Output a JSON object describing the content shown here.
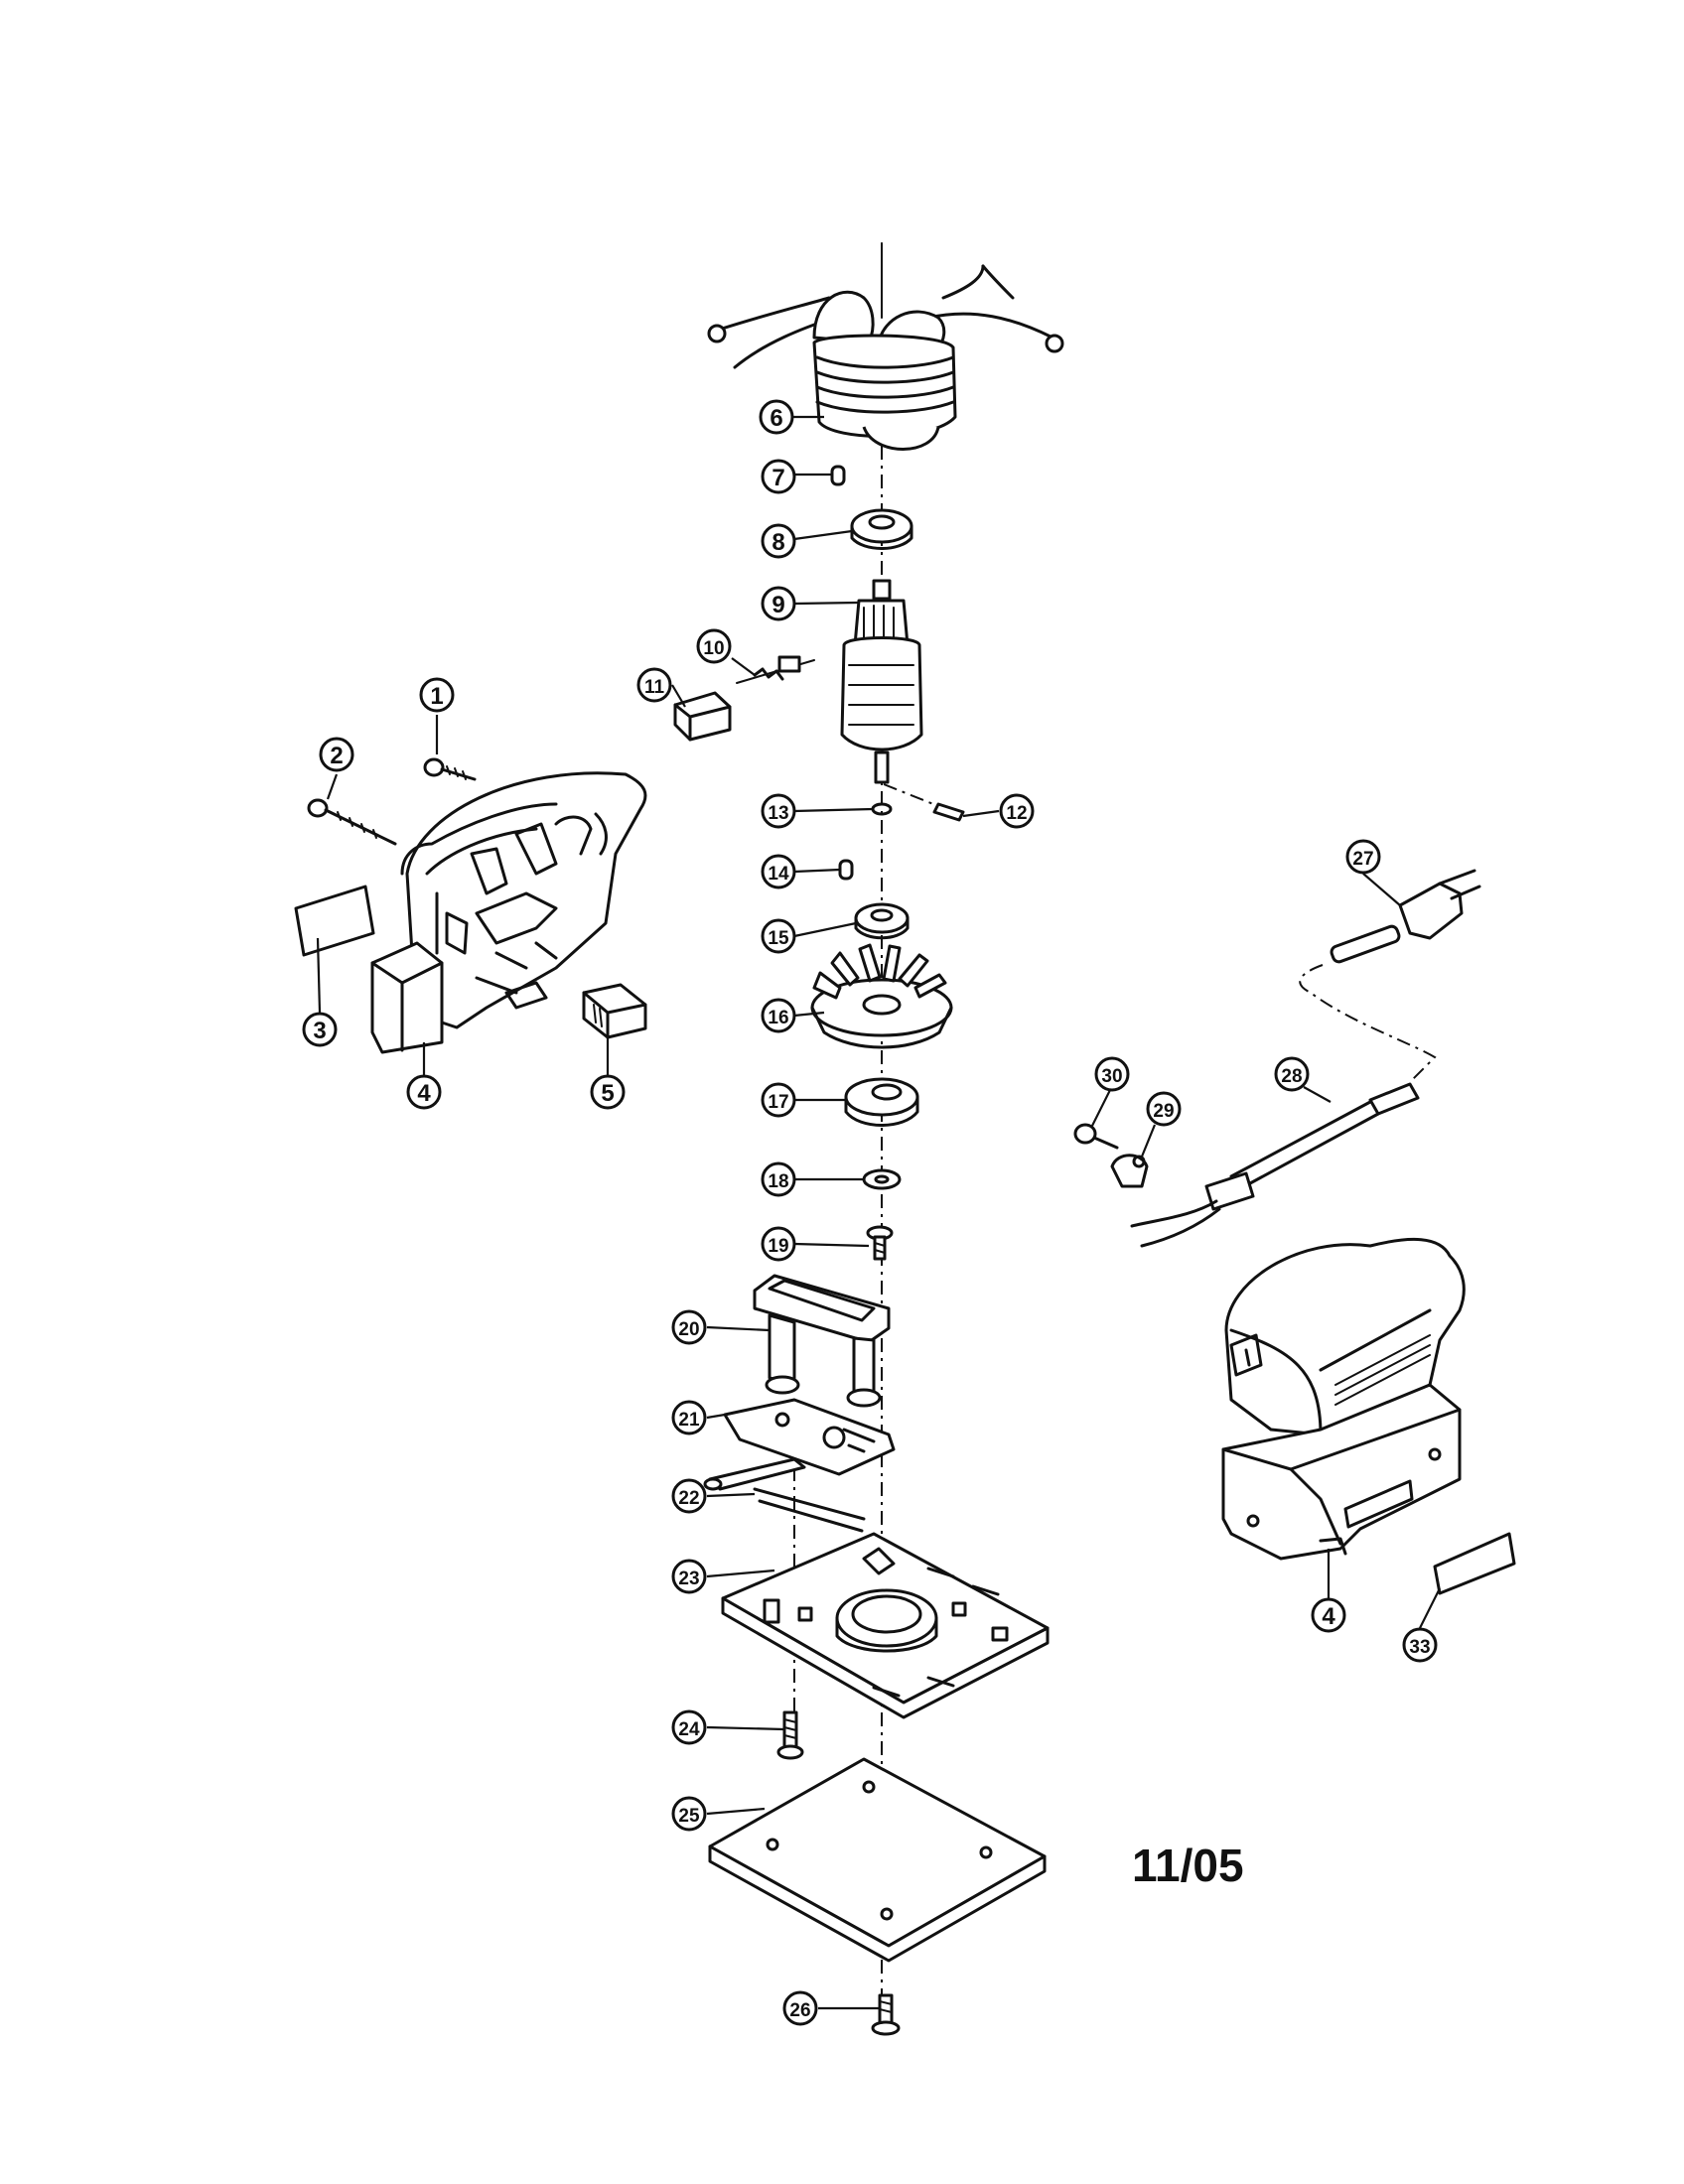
{
  "diagram": {
    "date_code": "11/05",
    "callouts": [
      {
        "id": "c1",
        "label": "1"
      },
      {
        "id": "c2",
        "label": "2"
      },
      {
        "id": "c3",
        "label": "3"
      },
      {
        "id": "c4a",
        "label": "4"
      },
      {
        "id": "c5",
        "label": "5"
      },
      {
        "id": "c6",
        "label": "6"
      },
      {
        "id": "c7",
        "label": "7"
      },
      {
        "id": "c8",
        "label": "8"
      },
      {
        "id": "c9",
        "label": "9"
      },
      {
        "id": "c10",
        "label": "10"
      },
      {
        "id": "c11",
        "label": "11"
      },
      {
        "id": "c12",
        "label": "12"
      },
      {
        "id": "c13",
        "label": "13"
      },
      {
        "id": "c14",
        "label": "14"
      },
      {
        "id": "c15",
        "label": "15"
      },
      {
        "id": "c16",
        "label": "16"
      },
      {
        "id": "c17",
        "label": "17"
      },
      {
        "id": "c18",
        "label": "18"
      },
      {
        "id": "c19",
        "label": "19"
      },
      {
        "id": "c20",
        "label": "20"
      },
      {
        "id": "c21",
        "label": "21"
      },
      {
        "id": "c22",
        "label": "22"
      },
      {
        "id": "c23",
        "label": "23"
      },
      {
        "id": "c24",
        "label": "24"
      },
      {
        "id": "c25",
        "label": "25"
      },
      {
        "id": "c26",
        "label": "26"
      },
      {
        "id": "c27",
        "label": "27"
      },
      {
        "id": "c28",
        "label": "28"
      },
      {
        "id": "c29",
        "label": "29"
      },
      {
        "id": "c30",
        "label": "30"
      },
      {
        "id": "c4b",
        "label": "4"
      },
      {
        "id": "c33",
        "label": "33"
      }
    ]
  }
}
